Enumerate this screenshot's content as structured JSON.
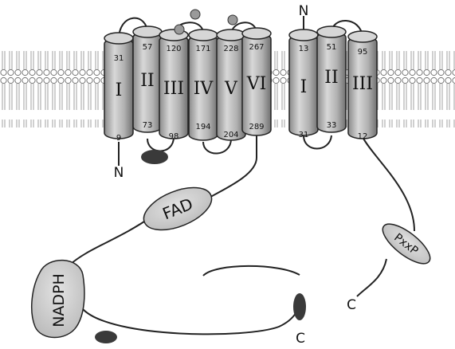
{
  "left_protein": {
    "n_terminus": "N",
    "c_terminus": "C",
    "helices": [
      {
        "label": "I",
        "top": "31",
        "bottom": "9"
      },
      {
        "label": "II",
        "top": "57",
        "bottom": "73"
      },
      {
        "label": "III",
        "top": "120",
        "bottom": "98"
      },
      {
        "label": "IV",
        "top": "171",
        "bottom": "194"
      },
      {
        "label": "V",
        "top": "228",
        "bottom": "204"
      },
      {
        "label": "VI",
        "top": "267",
        "bottom": "289"
      }
    ],
    "domains": {
      "fad": "FAD",
      "nadph": "NADPH"
    }
  },
  "right_protein": {
    "n_terminus": "N",
    "c_terminus": "C",
    "helices": [
      {
        "label": "I",
        "top": "13",
        "bottom": "31"
      },
      {
        "label": "II",
        "top": "51",
        "bottom": "33"
      },
      {
        "label": "III",
        "top": "95",
        "bottom": "12"
      }
    ],
    "domains": {
      "motif": "PxxP"
    }
  },
  "colors": {
    "helix_fill": "#b5b5b5",
    "helix_dark": "#6e6e6e",
    "domain_fill": "#cfcfcf",
    "heme_fill": "#3a3a3a",
    "membrane_line": "#777777"
  }
}
